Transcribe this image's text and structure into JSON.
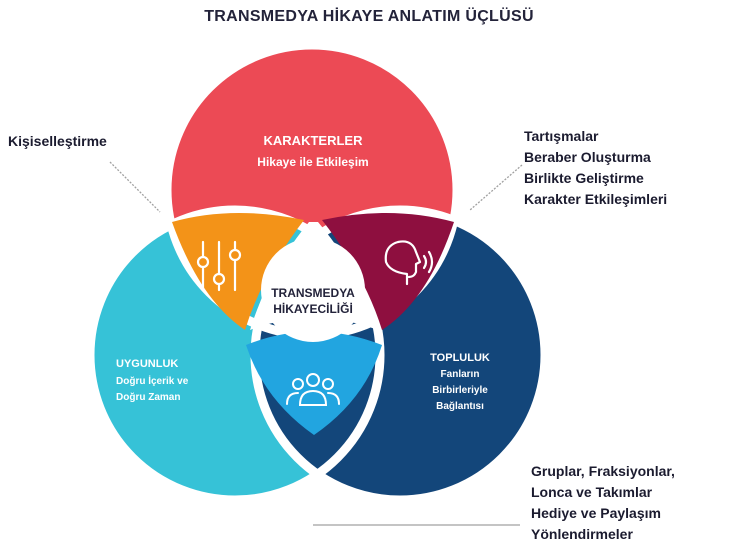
{
  "title": "TRANSMEDYA HİKAYE ANLATIM ÜÇLÜSÜ",
  "colors": {
    "red": "#ec4a55",
    "cyan": "#36c2d7",
    "navy": "#13467a",
    "orange": "#f39318",
    "maroon": "#8e0f3f",
    "light_blue": "#22a5e0"
  },
  "circles": {
    "top": {
      "title": "KARAKTERLER",
      "subtitle": "Hikaye ile Etkileşim"
    },
    "left": {
      "title": "UYGUNLUK",
      "line1": "Doğru İçerik ve",
      "line2": "Doğru Zaman"
    },
    "right": {
      "title": "TOPLULUK",
      "line1": "Fanların",
      "line2": "Birbirleriyle",
      "line3": "Bağlantısı"
    }
  },
  "center": {
    "line1": "TRANSMEDYA",
    "line2": "HİKAYECİLİĞİ"
  },
  "icons": {
    "top_left_overlap": "sliders-icon",
    "top_right_overlap": "speaking-head-icon",
    "bottom_overlap": "group-icon"
  },
  "notes": {
    "top_left": [
      "Kişiselleştirme"
    ],
    "top_right": [
      "Tartışmalar",
      "Beraber Oluşturma",
      "Birlikte Geliştirme",
      "Karakter Etkileşimleri"
    ],
    "bottom_right": [
      "Gruplar, Fraksiyonlar,",
      "Lonca ve Takımlar",
      "Hediye ve Paylaşım",
      "Yönlendirmeler"
    ]
  }
}
